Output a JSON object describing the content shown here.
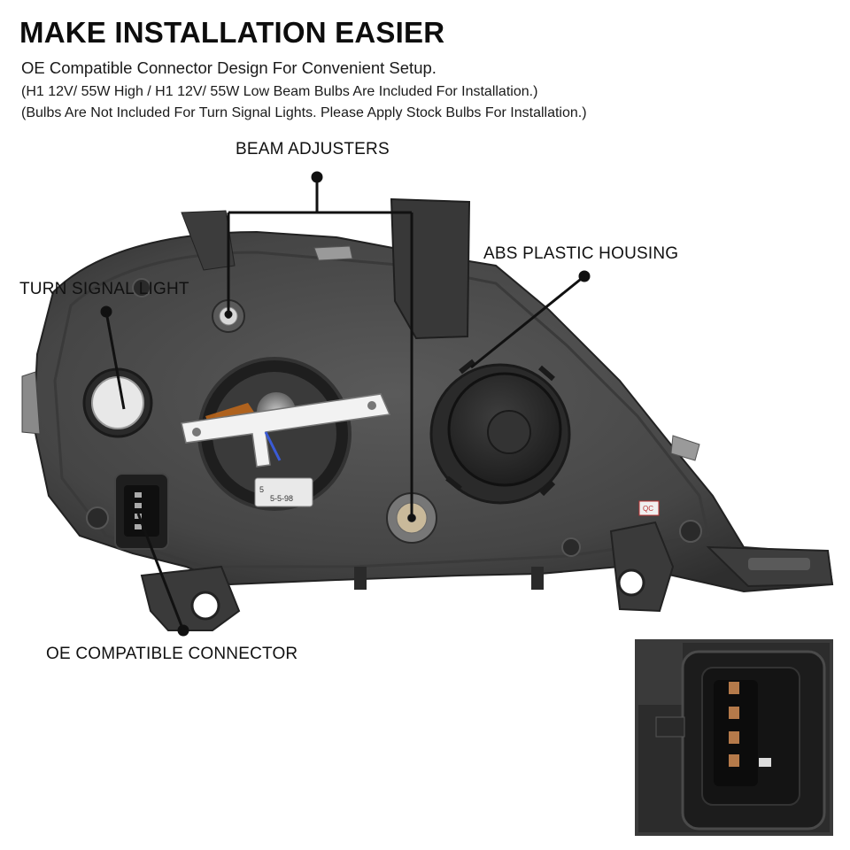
{
  "header": {
    "title": "MAKE INSTALLATION EASIER",
    "subtitle": "OE Compatible Connector Design For Convenient Setup.",
    "note_1": "(H1 12V/ 55W High / H1 12V/ 55W Low Beam Bulbs Are Included For Installation.)",
    "note_2": "(Bulbs Are Not Included For Turn Signal Lights. Please Apply Stock Bulbs For Installation.)"
  },
  "callouts": {
    "beam_adjusters": "BEAM ADJUSTERS",
    "abs_housing": "ABS PLASTIC HOUSING",
    "turn_signal": "TURN SIGNAL LIGHT",
    "connector": "OE COMPATIBLE CONNECTOR"
  },
  "product_markings": {
    "bulb_label_line1": "5",
    "bulb_label_line2": "5-5-98",
    "qc_sticker": "QC"
  },
  "colors": {
    "housing": "#4a4a4a",
    "housing_dark": "#2f2f2f",
    "leader_line": "#111111",
    "inset_border": "#3a3a3a"
  }
}
